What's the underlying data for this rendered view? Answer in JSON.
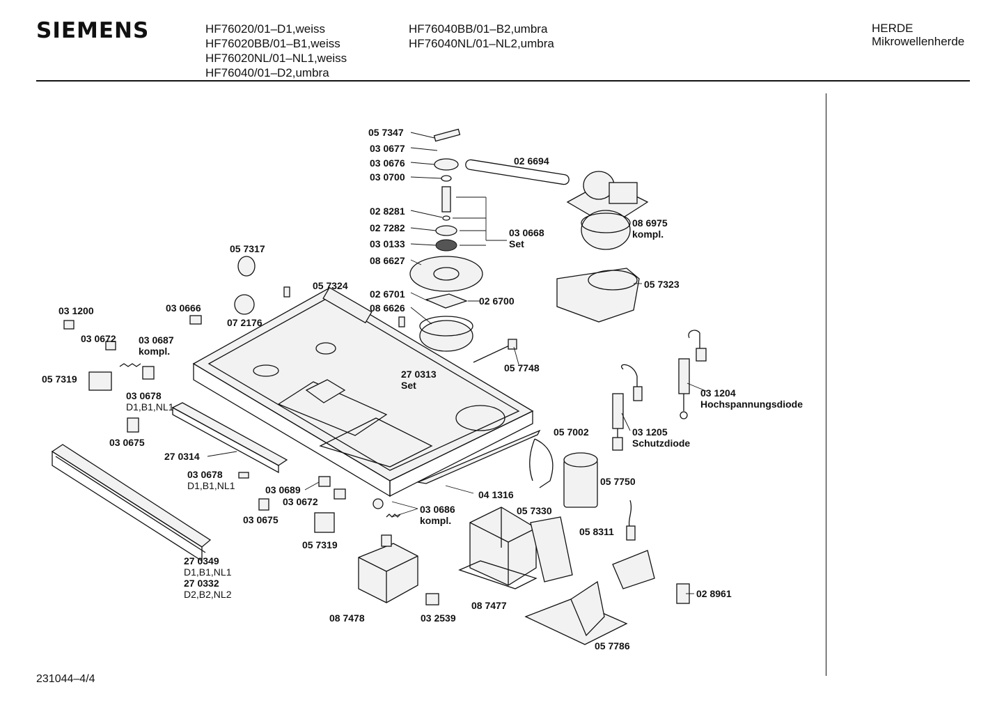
{
  "header": {
    "brand": "SIEMENS",
    "models_col1": [
      "HF76020/01–D1,weiss",
      "HF76020BB/01–B1,weiss",
      "HF76020NL/01–NL1,weiss",
      "HF76040/01–D2,umbra"
    ],
    "models_col2": [
      "HF76040BB/01–B2,umbra",
      "HF76040NL/01–NL2,umbra"
    ],
    "category": [
      "HERDE",
      "Mikrowellenherde"
    ]
  },
  "footer": {
    "doc_number": "231044–4/4"
  },
  "parts": [
    {
      "id": "p057347",
      "num": "05 7347"
    },
    {
      "id": "p030677",
      "num": "03 0677"
    },
    {
      "id": "p030676",
      "num": "03 0676"
    },
    {
      "id": "p030700",
      "num": "03 0700"
    },
    {
      "id": "p026694",
      "num": "02 6694"
    },
    {
      "id": "p028281",
      "num": "02 8281"
    },
    {
      "id": "p027282",
      "num": "02 7282"
    },
    {
      "id": "p030668",
      "num": "03 0668",
      "note": "Set"
    },
    {
      "id": "p030133",
      "num": "03 0133"
    },
    {
      "id": "p086975",
      "num": "08 6975",
      "note": "kompl."
    },
    {
      "id": "p057317",
      "num": "05 7317"
    },
    {
      "id": "p086627",
      "num": "08 6627"
    },
    {
      "id": "p057324",
      "num": "05 7324"
    },
    {
      "id": "p057323",
      "num": "05 7323"
    },
    {
      "id": "p026701",
      "num": "02 6701"
    },
    {
      "id": "p026700",
      "num": "02 6700"
    },
    {
      "id": "p031200",
      "num": "03 1200"
    },
    {
      "id": "p030666",
      "num": "03 0666"
    },
    {
      "id": "p086626",
      "num": "08 6626"
    },
    {
      "id": "p072176",
      "num": "07 2176"
    },
    {
      "id": "p030672a",
      "num": "03 0672"
    },
    {
      "id": "p030687",
      "num": "03 0687",
      "note": "kompl."
    },
    {
      "id": "p057748",
      "num": "05 7748"
    },
    {
      "id": "p057319a",
      "num": "05 7319"
    },
    {
      "id": "p270313",
      "num": "27 0313",
      "note": "Set"
    },
    {
      "id": "p031204",
      "num": "03 1204",
      "note": "Hochspannungsdiode"
    },
    {
      "id": "p030678a",
      "num": "03 0678",
      "note": "D1,B1,NL1"
    },
    {
      "id": "p030675a",
      "num": "03 0675"
    },
    {
      "id": "p057002",
      "num": "05 7002"
    },
    {
      "id": "p031205",
      "num": "03 1205",
      "note": "Schutzdiode"
    },
    {
      "id": "p270314",
      "num": "27 0314"
    },
    {
      "id": "p030678b",
      "num": "03 0678",
      "note": "D1,B1,NL1"
    },
    {
      "id": "p057750",
      "num": "05 7750"
    },
    {
      "id": "p030689",
      "num": "03 0689"
    },
    {
      "id": "p041316",
      "num": "04 1316"
    },
    {
      "id": "p030672b",
      "num": "03 0672"
    },
    {
      "id": "p030686",
      "num": "03 0686",
      "note": "kompl."
    },
    {
      "id": "p030675b",
      "num": "03 0675"
    },
    {
      "id": "p057330",
      "num": "05 7330"
    },
    {
      "id": "p057319b",
      "num": "05 7319"
    },
    {
      "id": "p058311",
      "num": "05 8311"
    },
    {
      "id": "p270349",
      "num": "27 0349",
      "note": "D1,B1,NL1"
    },
    {
      "id": "p270332",
      "num": "27 0332",
      "note": "D2,B2,NL2"
    },
    {
      "id": "p028961",
      "num": "02 8961"
    },
    {
      "id": "p087477",
      "num": "08 7477"
    },
    {
      "id": "p087478",
      "num": "08 7478"
    },
    {
      "id": "p032539",
      "num": "03 2539"
    },
    {
      "id": "p057786",
      "num": "05 7786"
    }
  ]
}
